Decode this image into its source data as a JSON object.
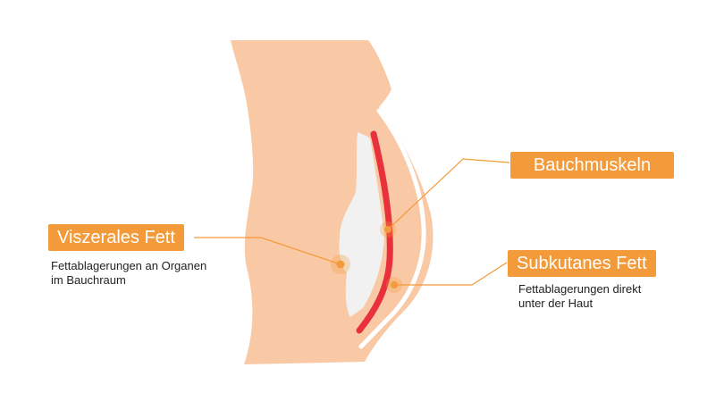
{
  "colors": {
    "skin": "#f9c9a6",
    "muscle": "#e8313a",
    "visceral_fat": "#f1f1f1",
    "accent": "#f39a3a",
    "background": "#ffffff"
  },
  "labels": {
    "visceral": {
      "title": "Viszerales Fett",
      "desc_line1": "Fettablagerungen an Organen",
      "desc_line2": "im Bauchraum"
    },
    "muscle": {
      "title": "Bauchmuskeln"
    },
    "subcutaneous": {
      "title": "Subkutanes Fett",
      "desc_line1": "Fettablagerungen direkt",
      "desc_line2": "unter der Haut"
    }
  }
}
